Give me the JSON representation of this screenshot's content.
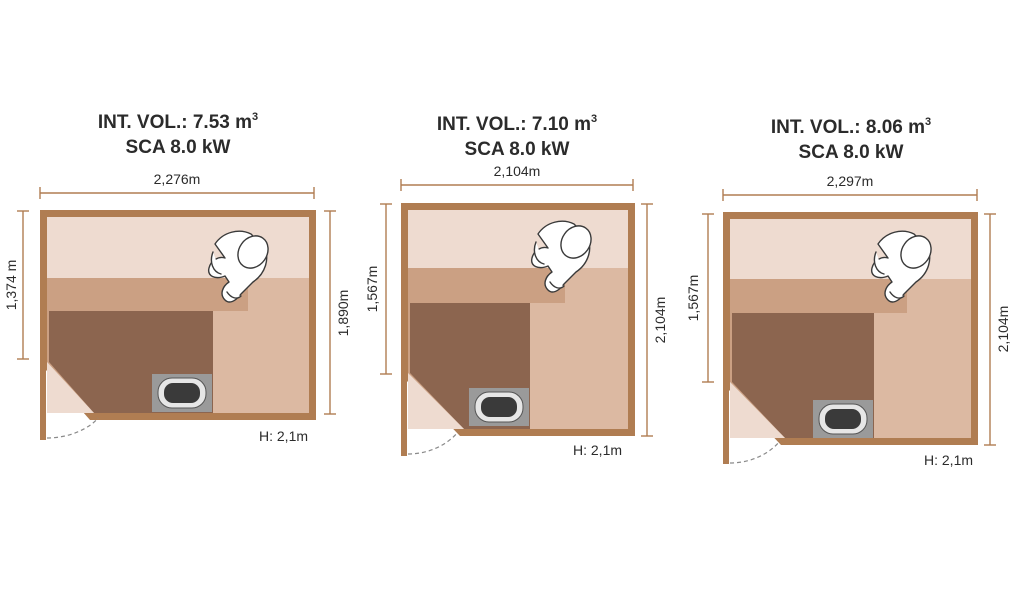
{
  "cabins": [
    {
      "vol_label": "INT. VOL.: 7.53 m",
      "vol_sup": "3",
      "heater_label": "SCA 8.0 kW",
      "width_label": "2,276m",
      "left_label": "1,374 m",
      "right_label": "1,890m",
      "height_label": "H: 2,1m"
    },
    {
      "vol_label": "INT. VOL.: 7.10 m",
      "vol_sup": "3",
      "heater_label": "SCA 8.0 kW",
      "width_label": "2,104m",
      "left_label": "1,567m",
      "right_label": "2,104m",
      "height_label": "H: 2,1m"
    },
    {
      "vol_label": "INT. VOL.: 8.06 m",
      "vol_sup": "3",
      "heater_label": "SCA 8.0 kW",
      "width_label": "2,297m",
      "left_label": "1,567m",
      "right_label": "2,104m",
      "height_label": "H: 2,1m"
    }
  ],
  "colors": {
    "wall": "#b07d52",
    "floor": "#eedbd0",
    "bench_mid": "#dcb9a2",
    "bench_low": "#cba083",
    "bench_top": "#8c654f"
  },
  "icons": {
    "person": "person-top-view-icon",
    "heater": "sauna-heater-icon"
  }
}
